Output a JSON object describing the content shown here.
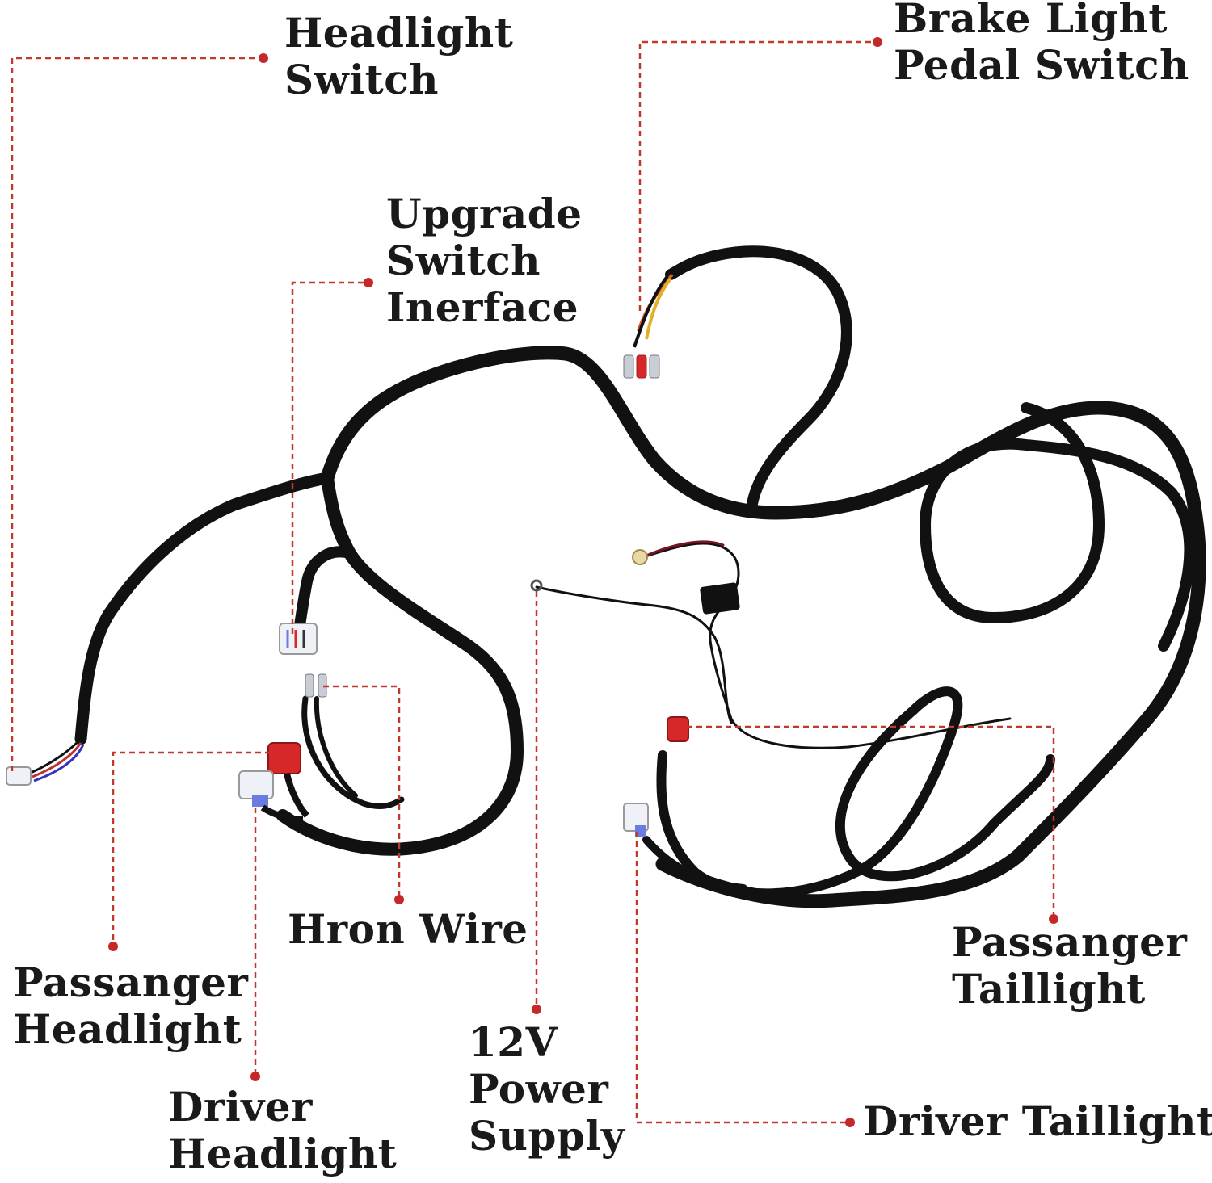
{
  "labels": {
    "headlight_switch": [
      "Headlight",
      "Switch"
    ],
    "brake_light_pedal_switch": [
      "Brake Light",
      "Pedal Switch"
    ],
    "upgrade_switch_interface": [
      "Upgrade",
      "Switch",
      "Inerface"
    ],
    "hron_wire": [
      "Hron Wire"
    ],
    "passanger_headlight": [
      "Passanger",
      "Headlight"
    ],
    "driver_headlight": [
      "Driver",
      "Headlight"
    ],
    "power_supply": [
      "12V",
      "Power",
      "Supply"
    ],
    "passanger_taillight": [
      "Passanger",
      "Taillight"
    ],
    "driver_taillight": [
      "Driver Taillight"
    ]
  },
  "colors": {
    "callout_line": "#c0392b",
    "callout_dot": "#c62828",
    "harness": "#111111",
    "label_text": "#1a1a1a",
    "connector_red": "#d62828",
    "connector_white": "#eef2f7",
    "connector_blue": "#6b7be0"
  }
}
